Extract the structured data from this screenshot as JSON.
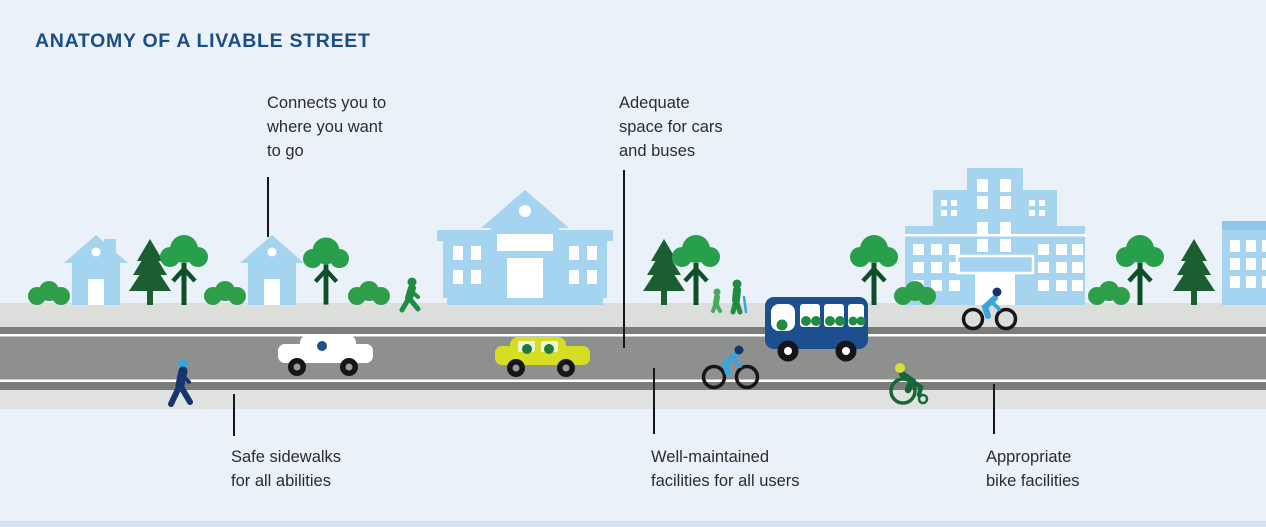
{
  "title": "ANATOMY OF A LIVABLE STREET",
  "callouts": {
    "connects": "Connects you to\nwhere you want\nto go",
    "space": "Adequate\nspace for cars\nand buses",
    "sidewalks": "Safe sidewalks\nfor all abilities",
    "facilities": "Well-maintained\nfacilities for all users",
    "bike": "Appropriate\nbike facilities"
  },
  "colors": {
    "background": "#eaf1f9",
    "title_navy": "#1a4e84",
    "label_text": "#2b2b33",
    "building_blue": "#a5d4f0",
    "green": "#2a9a4b",
    "dark_green": "#1b5e31",
    "navy_vehicle": "#1d4f8f",
    "cyclist_blue": "#3ba3e0",
    "car_yellow": "#d6de23",
    "wheelchair_green": "#17663a",
    "helmet_yellow": "#d9e033",
    "road_gray": "#8e908e",
    "road_edge_gray": "#7a7d7a",
    "sidewalk_gray": "#dcdedc",
    "white": "#ffffff"
  },
  "scene": {
    "elements": [
      "bush",
      "house-with-chimney",
      "pine-tree",
      "round-tree",
      "bush",
      "house",
      "round-tree",
      "bush",
      "pedestrian-walking",
      "school-building",
      "pine-tree",
      "round-tree",
      "adult-with-cane-and-child",
      "round-tree",
      "civic-building",
      "cyclist-on-sidewalk",
      "bush",
      "bush",
      "round-tree",
      "pine-tree",
      "corner-building",
      "pedestrian-crossing",
      "white-car",
      "yellow-car",
      "road-cyclist",
      "bus-with-passengers",
      "wheelchair-racer"
    ]
  }
}
